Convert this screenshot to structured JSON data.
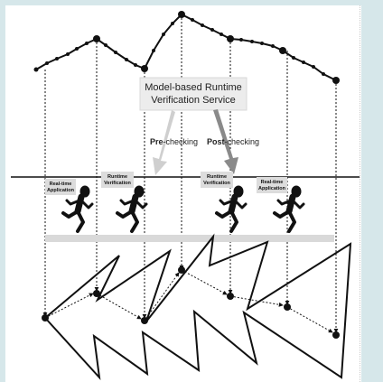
{
  "service_box": {
    "line1": "Model-based Runtime",
    "line2": "Verification Service"
  },
  "arrows": {
    "pre_bold": "Pre",
    "pre_rest": "-checking",
    "post_bold": "Post",
    "post_rest": "-checking"
  },
  "stages": [
    {
      "line1": "Real-time",
      "line2": "Application"
    },
    {
      "line1": "Runtime",
      "line2": "Verification"
    },
    {
      "line1": "Runtime",
      "line2": "Verification"
    },
    {
      "line1": "Real-time",
      "line2": "Application"
    }
  ],
  "colors": {
    "background": "#d6e7ea",
    "panel": "#ffffff",
    "ink": "#111111",
    "label_box": "#dcdcdc",
    "pre_arrow": "#cfcfcf",
    "post_arrow": "#8a8a8a"
  }
}
